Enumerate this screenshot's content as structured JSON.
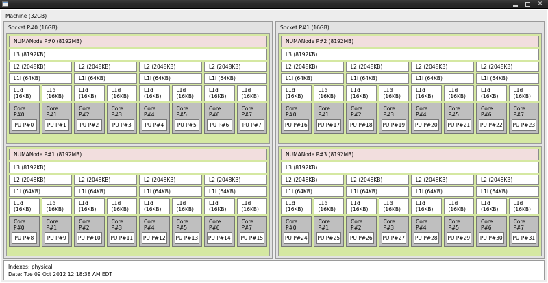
{
  "window": {
    "title": "",
    "icon": "window-icon",
    "buttons": {
      "minimize": "—",
      "maximize": "□",
      "close": "✕"
    }
  },
  "colors": {
    "numa_border": "#d5e8a2",
    "memory_fill": "#f2dede",
    "cache_fill": "#ffffff",
    "core_fill": "#bfbfbf",
    "socket_fill": "#e2e2e2",
    "machine_fill": "#ededed"
  },
  "machine": {
    "label": "Machine (32GB)"
  },
  "cache_labels": {
    "l3": "L3 (8192KB)",
    "l2": "L2 (2048KB)",
    "l1i": "L1i (64KB)",
    "l1d": "L1d (16KB)"
  },
  "sockets": [
    {
      "label": "Socket P#0 (16GB)",
      "numanodes": [
        {
          "memory_label": "NUMANode P#0 (8192MB)",
          "l3": "L3 (8192KB)",
          "l2groups": [
            {
              "l2": "L2 (2048KB)",
              "l1i": "L1i (64KB)",
              "l1d": [
                "L1d (16KB)",
                "L1d (16KB)"
              ],
              "cores": [
                {
                  "label": "Core P#0",
                  "pu": "PU P#0"
                },
                {
                  "label": "Core P#1",
                  "pu": "PU P#1"
                }
              ]
            },
            {
              "l2": "L2 (2048KB)",
              "l1i": "L1i (64KB)",
              "l1d": [
                "L1d (16KB)",
                "L1d (16KB)"
              ],
              "cores": [
                {
                  "label": "Core P#2",
                  "pu": "PU P#2"
                },
                {
                  "label": "Core P#3",
                  "pu": "PU P#3"
                }
              ]
            },
            {
              "l2": "L2 (2048KB)",
              "l1i": "L1i (64KB)",
              "l1d": [
                "L1d (16KB)",
                "L1d (16KB)"
              ],
              "cores": [
                {
                  "label": "Core P#4",
                  "pu": "PU P#4"
                },
                {
                  "label": "Core P#5",
                  "pu": "PU P#5"
                }
              ]
            },
            {
              "l2": "L2 (2048KB)",
              "l1i": "L1i (64KB)",
              "l1d": [
                "L1d (16KB)",
                "L1d (16KB)"
              ],
              "cores": [
                {
                  "label": "Core P#6",
                  "pu": "PU P#6"
                },
                {
                  "label": "Core P#7",
                  "pu": "PU P#7"
                }
              ]
            }
          ]
        },
        {
          "memory_label": "NUMANode P#1 (8192MB)",
          "l3": "L3 (8192KB)",
          "l2groups": [
            {
              "l2": "L2 (2048KB)",
              "l1i": "L1i (64KB)",
              "l1d": [
                "L1d (16KB)",
                "L1d (16KB)"
              ],
              "cores": [
                {
                  "label": "Core P#0",
                  "pu": "PU P#8"
                },
                {
                  "label": "Core P#1",
                  "pu": "PU P#9"
                }
              ]
            },
            {
              "l2": "L2 (2048KB)",
              "l1i": "L1i (64KB)",
              "l1d": [
                "L1d (16KB)",
                "L1d (16KB)"
              ],
              "cores": [
                {
                  "label": "Core P#2",
                  "pu": "PU P#10"
                },
                {
                  "label": "Core P#3",
                  "pu": "PU P#11"
                }
              ]
            },
            {
              "l2": "L2 (2048KB)",
              "l1i": "L1i (64KB)",
              "l1d": [
                "L1d (16KB)",
                "L1d (16KB)"
              ],
              "cores": [
                {
                  "label": "Core P#4",
                  "pu": "PU P#12"
                },
                {
                  "label": "Core P#5",
                  "pu": "PU P#13"
                }
              ]
            },
            {
              "l2": "L2 (2048KB)",
              "l1i": "L1i (64KB)",
              "l1d": [
                "L1d (16KB)",
                "L1d (16KB)"
              ],
              "cores": [
                {
                  "label": "Core P#6",
                  "pu": "PU P#14"
                },
                {
                  "label": "Core P#7",
                  "pu": "PU P#15"
                }
              ]
            }
          ]
        }
      ]
    },
    {
      "label": "Socket P#1 (16GB)",
      "numanodes": [
        {
          "memory_label": "NUMANode P#2 (8192MB)",
          "l3": "L3 (8192KB)",
          "l2groups": [
            {
              "l2": "L2 (2048KB)",
              "l1i": "L1i (64KB)",
              "l1d": [
                "L1d (16KB)",
                "L1d (16KB)"
              ],
              "cores": [
                {
                  "label": "Core P#0",
                  "pu": "PU P#16"
                },
                {
                  "label": "Core P#1",
                  "pu": "PU P#17"
                }
              ]
            },
            {
              "l2": "L2 (2048KB)",
              "l1i": "L1i (64KB)",
              "l1d": [
                "L1d (16KB)",
                "L1d (16KB)"
              ],
              "cores": [
                {
                  "label": "Core P#2",
                  "pu": "PU P#18"
                },
                {
                  "label": "Core P#3",
                  "pu": "PU P#19"
                }
              ]
            },
            {
              "l2": "L2 (2048KB)",
              "l1i": "L1i (64KB)",
              "l1d": [
                "L1d (16KB)",
                "L1d (16KB)"
              ],
              "cores": [
                {
                  "label": "Core P#4",
                  "pu": "PU P#20"
                },
                {
                  "label": "Core P#5",
                  "pu": "PU P#21"
                }
              ]
            },
            {
              "l2": "L2 (2048KB)",
              "l1i": "L1i (64KB)",
              "l1d": [
                "L1d (16KB)",
                "L1d (16KB)"
              ],
              "cores": [
                {
                  "label": "Core P#6",
                  "pu": "PU P#22"
                },
                {
                  "label": "Core P#7",
                  "pu": "PU P#23"
                }
              ]
            }
          ]
        },
        {
          "memory_label": "NUMANode P#3 (8192MB)",
          "l3": "L3 (8192KB)",
          "l2groups": [
            {
              "l2": "L2 (2048KB)",
              "l1i": "L1i (64KB)",
              "l1d": [
                "L1d (16KB)",
                "L1d (16KB)"
              ],
              "cores": [
                {
                  "label": "Core P#0",
                  "pu": "PU P#24"
                },
                {
                  "label": "Core P#1",
                  "pu": "PU P#25"
                }
              ]
            },
            {
              "l2": "L2 (2048KB)",
              "l1i": "L1i (64KB)",
              "l1d": [
                "L1d (16KB)",
                "L1d (16KB)"
              ],
              "cores": [
                {
                  "label": "Core P#2",
                  "pu": "PU P#26"
                },
                {
                  "label": "Core P#3",
                  "pu": "PU P#27"
                }
              ]
            },
            {
              "l2": "L2 (2048KB)",
              "l1i": "L1i (64KB)",
              "l1d": [
                "L1d (16KB)",
                "L1d (16KB)"
              ],
              "cores": [
                {
                  "label": "Core P#4",
                  "pu": "PU P#28"
                },
                {
                  "label": "Core P#5",
                  "pu": "PU P#29"
                }
              ]
            },
            {
              "l2": "L2 (2048KB)",
              "l1i": "L1i (64KB)",
              "l1d": [
                "L1d (16KB)",
                "L1d (16KB)"
              ],
              "cores": [
                {
                  "label": "Core P#6",
                  "pu": "PU P#30"
                },
                {
                  "label": "Core P#7",
                  "pu": "PU P#31"
                }
              ]
            }
          ]
        }
      ]
    }
  ],
  "footer": {
    "indexes": "Indexes: physical",
    "date": "Date: Tue 09 Oct 2012 12:18:38 AM EDT"
  }
}
